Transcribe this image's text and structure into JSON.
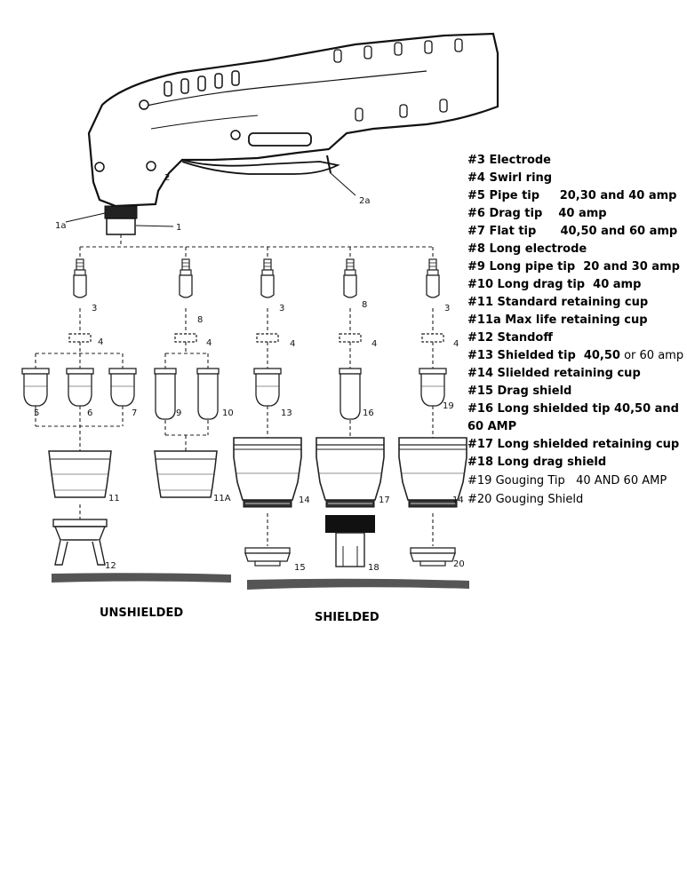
{
  "legend": [
    "#3 Electrode",
    "#4 Swirl ring",
    "#5 Pipe tip     20,30 and 40 amp",
    "#6 Drag tip    40 amp",
    "#7 Flat tip      40,50 and 60 amp",
    "#8 Long electrode",
    "#9 Long pipe tip  20 and 30 amp",
    "#10 Long drag tip  40 amp",
    "#11 Standard retaining cup",
    "#11a Max life retaining cup",
    "#12 Standoff",
    "#13 Shielded tip  40,50",
    "#14 Slielded retaining cup",
    "#15 Drag shield",
    "#16 Long shielded tip 40,50 and",
    "60 AMP",
    "#17 Long shielded retaining cup",
    "#18 Long drag shield",
    "#19 Gouging Tip   40 AND 60 AMP",
    "#20 Gouging Shield"
  ],
  "legend_extra_13": " or 60 amp",
  "captions": {
    "unshielded": "UNSHIELDED",
    "shielded": "SHIELDED"
  },
  "torch_labels": {
    "l1a": "1a",
    "l1": "1",
    "l2": "2",
    "l2a": "2a"
  },
  "part_labels": {
    "c1_3": "3",
    "c2_8": "8",
    "c3_3": "3",
    "c4_8": "8",
    "c5_3": "3",
    "c1_4": "4",
    "c2_4": "4",
    "c3_4": "4",
    "c4_4": "4",
    "c5_4": "4",
    "p5": "5",
    "p6": "6",
    "p7": "7",
    "p9": "9",
    "p10": "10",
    "p13": "13",
    "p16": "16",
    "p19": "19",
    "p11": "11",
    "p11a": "11A",
    "p14a": "14",
    "p17": "17",
    "p14b": "14",
    "p12": "12",
    "p15": "15",
    "p18": "18",
    "p20": "20"
  }
}
